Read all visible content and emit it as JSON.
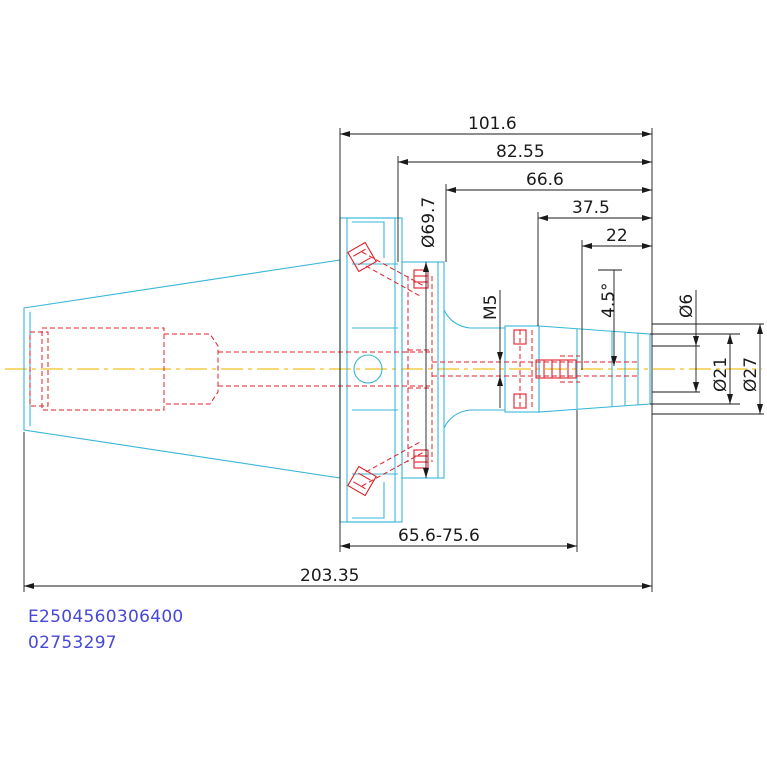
{
  "drawing": {
    "dimensions": {
      "d101_6": "101.6",
      "d82_55": "82.55",
      "d66_6": "66.6",
      "d37_5": "37.5",
      "d22": "22",
      "d203_35": "203.35",
      "d65_6_75_6": "65.6-75.6",
      "dia69_7": "Ø69.7",
      "m5": "M5",
      "angle": "4.5°",
      "dia6": "Ø6",
      "dia21": "Ø21",
      "dia27": "Ø27"
    },
    "codes": {
      "line1": "E2504560306400",
      "line2": "02753297"
    },
    "colors": {
      "outline": "#38b6d8",
      "hidden": "#e0202a",
      "dimension": "#1a1a1a",
      "centerline": "#f0c020",
      "code_text": "#4848d8"
    }
  }
}
